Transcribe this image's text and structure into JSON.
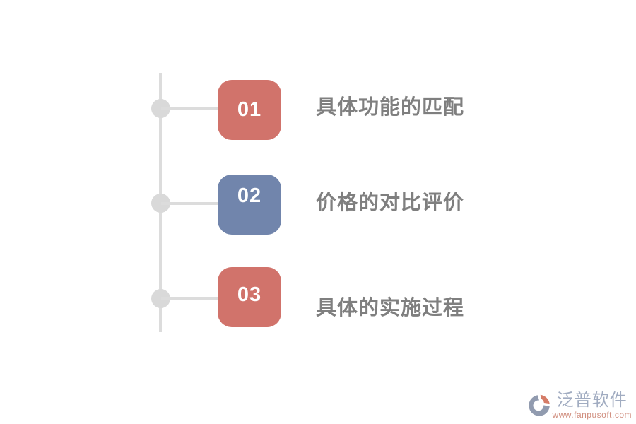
{
  "page": {
    "background": "#FFFFFF"
  },
  "timeline": {
    "line_color": "#DCDCDC",
    "node_color": "#D9D9D9"
  },
  "label_color": "#7F7F7F",
  "number_color": "#FFFFFF",
  "steps": [
    {
      "number": "01",
      "label": "具体功能的匹配",
      "box_color": "#D1736B"
    },
    {
      "number": "02",
      "label": "价格的对比评价",
      "box_color": "#7185AC"
    },
    {
      "number": "03",
      "label": "具体的实施过程",
      "box_color": "#D1736B"
    }
  ],
  "footer_logo": {
    "brand_name": "泛普软件",
    "website": "www.fanpusoft.com",
    "brand_color": "#9DA8BE",
    "website_color": "#CE8878",
    "icon": "fanpu-pie-icon",
    "icon_colors": {
      "primary": "#8C96AB",
      "accent": "#D3765F"
    }
  }
}
